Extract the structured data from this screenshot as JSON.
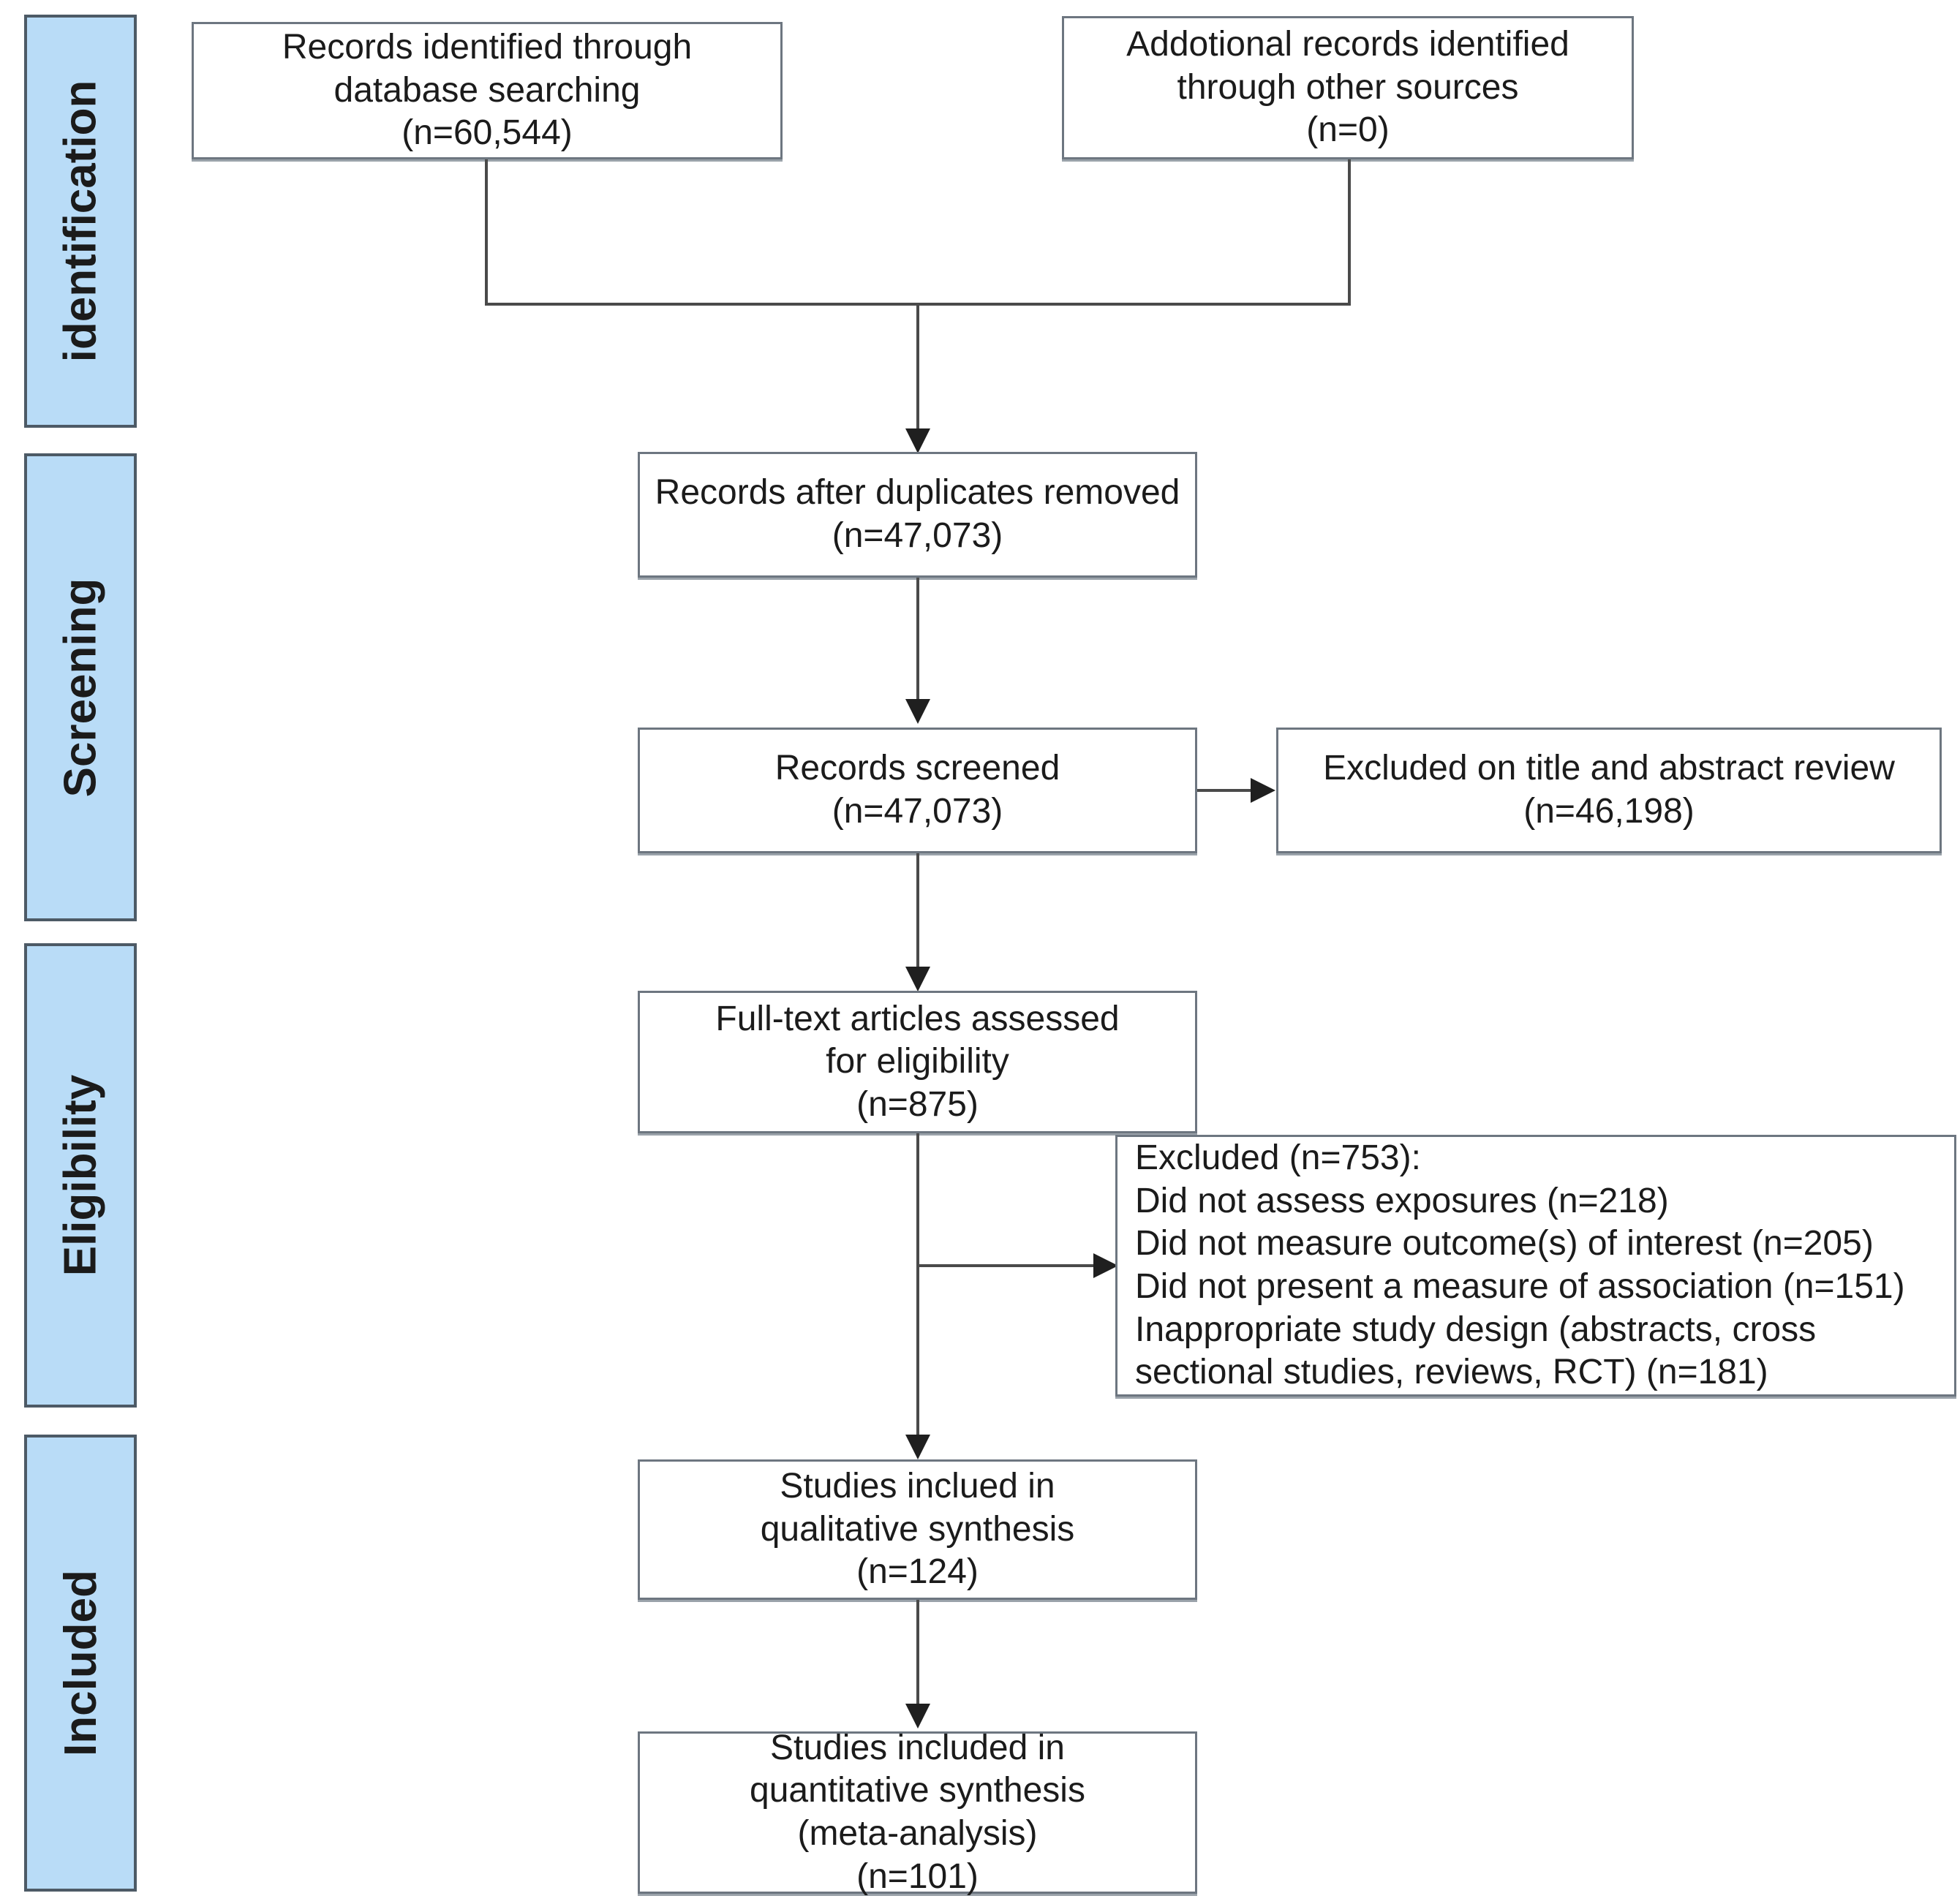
{
  "diagram": {
    "title": "PRISMA flow diagram",
    "type": "flowchart",
    "accent_color": "#b9dcf7",
    "box_border_color": "#6d7680",
    "connector_color": "#4a4a4a"
  },
  "stages": [
    {
      "id": "identification",
      "label": "identification"
    },
    {
      "id": "screening",
      "label": "Screening"
    },
    {
      "id": "eligibility",
      "label": "Eligibility"
    },
    {
      "id": "included",
      "label": "Included"
    }
  ],
  "boxes": {
    "database_search": {
      "line1": "Records identified through",
      "line2": "database searching",
      "count": "(n=60,544)",
      "text": "Records identified through\ndatabase searching\n(n=60,544)"
    },
    "other_sources": {
      "line1": "Addotional records identified",
      "line2": "through other sources",
      "count": "(n=0)",
      "text": "Addotional records identified\nthrough other sources\n(n=0)"
    },
    "duplicates_removed": {
      "line1": "Records after duplicates removed",
      "count": "(n=47,073)",
      "text": "Records after duplicates removed\n(n=47,073)"
    },
    "records_screened": {
      "line1": "Records screened",
      "count": "(n=47,073)",
      "text": "Records screened\n(n=47,073)"
    },
    "excluded_title_abstract": {
      "line1": "Excluded on title and abstract review",
      "count": "(n=46,198)",
      "text": "Excluded on title and abstract review\n(n=46,198)"
    },
    "fulltext_assessed": {
      "line1": "Full-text articles assessed",
      "line2": "for eligibility",
      "count": "(n=875)",
      "text": "Full-text articles assessed\nfor eligibility\n(n=875)"
    },
    "excluded_fulltext": {
      "heading": "Excluded (n=753):",
      "reasons": [
        "Did not assess exposures (n=218)",
        "Did not measure outcome(s) of interest (n=205)",
        "Did not present a measure of association (n=151)",
        "Inappropriate study design (abstracts, cross sectional studies, reviews, RCT) (n=181)"
      ],
      "text": "Excluded (n=753):\nDid not assess exposures (n=218)\nDid not measure outcome(s) of interest (n=205)\nDid not present a measure of association (n=151)\nInappropriate study design (abstracts, cross\nsectional studies, reviews, RCT) (n=181)"
    },
    "qualitative_synthesis": {
      "line1": "Studies inclued in",
      "line2": "qualitative synthesis",
      "count": "(n=124)",
      "text": "Studies inclued in\nqualitative synthesis\n(n=124)"
    },
    "quantitative_synthesis": {
      "line1": "Studies included in",
      "line2": "quantitative synthesis",
      "line3": "(meta-analysis)",
      "count": "(n=101)",
      "text": "Studies included in\nquantitative synthesis\n(meta-analysis)\n(n=101)"
    }
  },
  "chart_data": {
    "type": "flow",
    "title": "PRISMA flow diagram",
    "nodes": [
      {
        "id": "database_search",
        "stage": "identification",
        "label": "Records identified through database searching",
        "n": 60544
      },
      {
        "id": "other_sources",
        "stage": "identification",
        "label": "Addotional records identified through other sources",
        "n": 0
      },
      {
        "id": "duplicates_removed",
        "stage": "screening",
        "label": "Records after duplicates removed",
        "n": 47073
      },
      {
        "id": "records_screened",
        "stage": "screening",
        "label": "Records screened",
        "n": 47073
      },
      {
        "id": "excluded_title_abstract",
        "stage": "screening",
        "label": "Excluded on title and abstract review",
        "n": 46198
      },
      {
        "id": "fulltext_assessed",
        "stage": "eligibility",
        "label": "Full-text articles assessed for eligibility",
        "n": 875
      },
      {
        "id": "excluded_fulltext",
        "stage": "eligibility",
        "label": "Excluded",
        "n": 753
      },
      {
        "id": "qualitative_synthesis",
        "stage": "included",
        "label": "Studies inclued in qualitative synthesis",
        "n": 124
      },
      {
        "id": "quantitative_synthesis",
        "stage": "included",
        "label": "Studies included in quantitative synthesis (meta-analysis)",
        "n": 101
      }
    ],
    "exclusion_breakdown": [
      {
        "reason": "Did not assess exposures",
        "n": 218
      },
      {
        "reason": "Did not measure outcome(s) of interest",
        "n": 205
      },
      {
        "reason": "Did not present a measure of association",
        "n": 151
      },
      {
        "reason": "Inappropriate study design (abstracts, cross sectional studies, reviews, RCT)",
        "n": 181
      }
    ],
    "edges": [
      {
        "from": "database_search",
        "to": "duplicates_removed"
      },
      {
        "from": "other_sources",
        "to": "duplicates_removed"
      },
      {
        "from": "duplicates_removed",
        "to": "records_screened"
      },
      {
        "from": "records_screened",
        "to": "excluded_title_abstract"
      },
      {
        "from": "records_screened",
        "to": "fulltext_assessed"
      },
      {
        "from": "fulltext_assessed",
        "to": "excluded_fulltext"
      },
      {
        "from": "fulltext_assessed",
        "to": "qualitative_synthesis"
      },
      {
        "from": "qualitative_synthesis",
        "to": "quantitative_synthesis"
      }
    ]
  }
}
